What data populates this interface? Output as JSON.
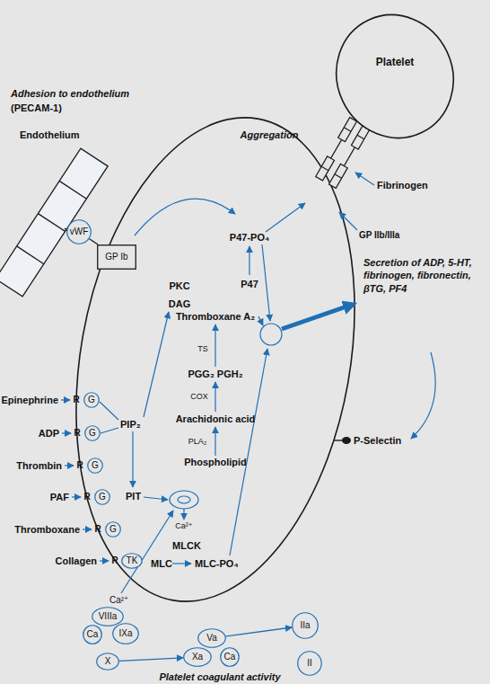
{
  "diagram": {
    "nodes": [
      {
        "text": [
          "Platelet"
        ]
      },
      {
        "text": [
          "vWF"
        ]
      },
      {
        "text": [
          "GP Ib"
        ]
      },
      {
        "text": [
          "G"
        ]
      },
      {
        "text": [
          "G"
        ]
      },
      {
        "text": [
          "G"
        ]
      },
      {
        "text": [
          "G"
        ]
      },
      {
        "text": [
          "G"
        ]
      },
      {
        "text": [
          "TK"
        ]
      },
      {
        "text": [
          "VIIIa"
        ]
      },
      {
        "text": [
          "Ca"
        ]
      },
      {
        "text": [
          "IXa"
        ]
      },
      {
        "text": [
          "IIa"
        ]
      },
      {
        "text": [
          "Va"
        ]
      },
      {
        "text": [
          "Xa"
        ]
      },
      {
        "text": [
          "Ca"
        ]
      },
      {
        "text": [
          "X"
        ]
      },
      {
        "text": [
          "II"
        ]
      }
    ],
    "edges": [
      {
        "from": 1,
        "to": 2,
        "arrow": "none"
      },
      {
        "from": 16,
        "to": 14,
        "arrow": "to"
      },
      {
        "from": 13,
        "to": 12,
        "arrow": "to"
      }
    ],
    "labels": [
      "Adhesion to endothelium",
      "(PECAM-1)",
      "Endothelium",
      "Aggregation",
      "Fibrinogen",
      "GP IIb/IIIa",
      "Secretion of ADP, 5-HT, fibrinogen, fibronectin, βTG, PF4",
      "P-Selectin",
      "PKC",
      "DAG",
      "P47-PO₄",
      "P47",
      "Thromboxane A₂",
      "TS",
      "PGG₂ PGH₂",
      "COX",
      "Arachidonic acid",
      "PLA₂",
      "Phospholipid",
      "PIP₂",
      "PIT",
      "Ca²⁺",
      "MLCK",
      "MLC",
      "MLC-PO₄",
      "Ca²⁺",
      "Epinephrine",
      "R",
      "ADP",
      "R",
      "Thrombin",
      "R",
      "PAF",
      "R",
      "Thromboxane",
      "R",
      "Collagen",
      "R",
      "Platelet coagulant activity"
    ]
  }
}
